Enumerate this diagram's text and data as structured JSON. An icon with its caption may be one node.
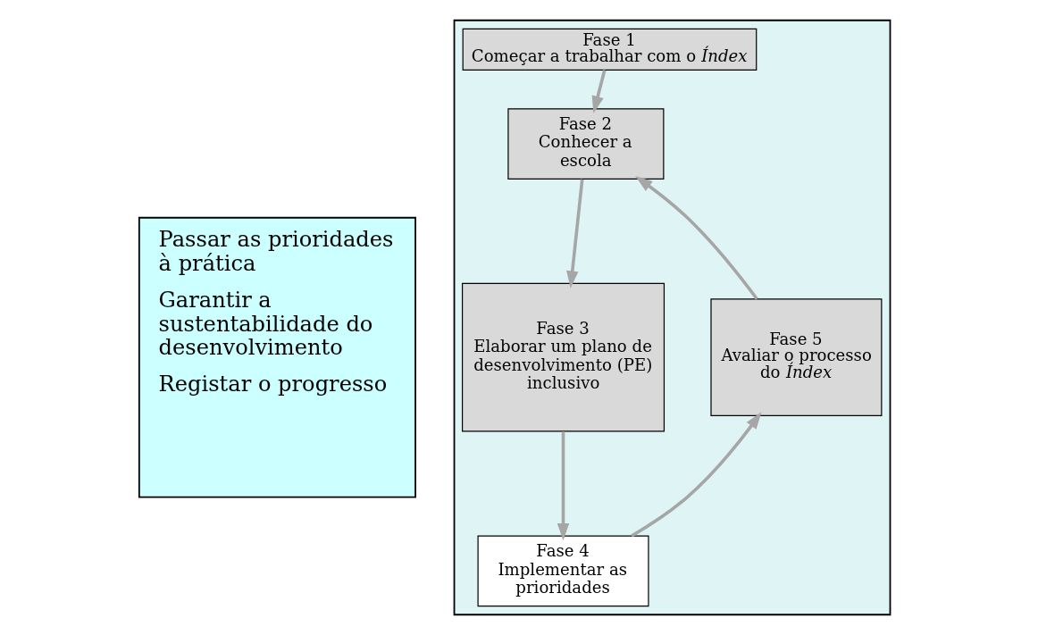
{
  "diagram": {
    "nodes": [
      {
        "text": [
          "Passar as prioridades à prática",
          "Garantir a sustentabilidade do desenvolvimento",
          "Registar o progresso"
        ]
      },
      {
        "text": [],
        "shape": "box"
      },
      {
        "text": [
          "Fase 1",
          "Começar a trabalhar com o *Índex*"
        ],
        "in": 1
      },
      {
        "text": [
          "Fase 2",
          "Conhecer a escola"
        ],
        "in": 1
      },
      {
        "text": [
          "Fase 3",
          "Elaborar um plano de desenvolvimento (PE) inclusivo"
        ],
        "in": 1
      },
      {
        "text": [
          "Fase 4",
          "Implementar as prioridades"
        ],
        "in": 1
      },
      {
        "text": [
          "Fase 5",
          "Avaliar o processo do *Índex*"
        ],
        "in": 1
      }
    ],
    "edges": [
      {
        "from": 2,
        "to": 3,
        "arrow": "to"
      },
      {
        "from": 3,
        "to": 4,
        "arrow": "to"
      },
      {
        "from": 4,
        "to": 5,
        "arrow": "to"
      },
      {
        "from": 5,
        "to": 6,
        "arrow": "to"
      },
      {
        "from": 6,
        "to": 3,
        "arrow": "to"
      }
    ]
  }
}
